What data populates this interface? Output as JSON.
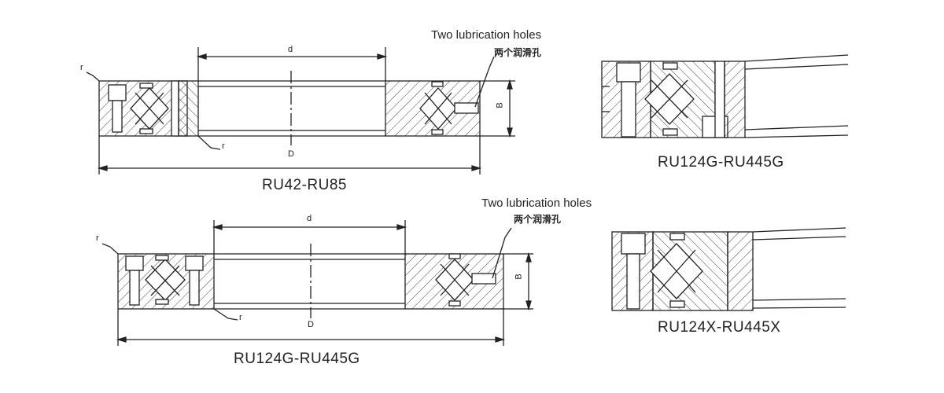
{
  "labels": {
    "lub_en": "Two lubrication holes",
    "lub_cn": "两个润滑孔",
    "d": "d",
    "D": "D",
    "B": "B",
    "r": "r"
  },
  "captions": {
    "top_left": "RU42-RU85",
    "top_right": "RU124G-RU445G",
    "bottom_left": "RU124G-RU445G",
    "bottom_right": "RU124X-RU445X"
  },
  "colors": {
    "line": "#222222",
    "hatch": "#444444"
  }
}
